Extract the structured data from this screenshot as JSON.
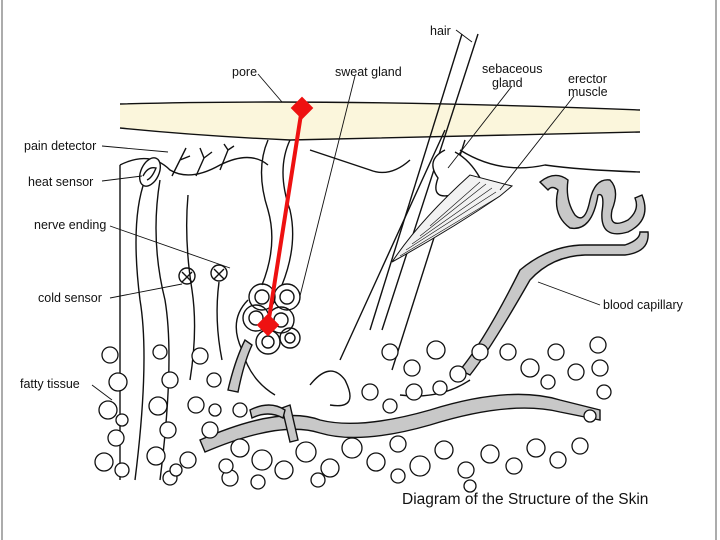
{
  "diagram": {
    "caption": "Diagram of the Structure of the Skin",
    "labels": {
      "hair": "hair",
      "pore": "pore",
      "sweat_gland": "sweat gland",
      "sebaceous_gland_line1": "sebaceous",
      "sebaceous_gland_line2": "gland",
      "erector_muscle_line1": "erector",
      "erector_muscle_line2": "muscle",
      "pain_detector": "pain detector",
      "heat_sensor": "heat sensor",
      "nerve_ending": "nerve ending",
      "cold_sensor": "cold sensor",
      "fatty_tissue": "fatty tissue",
      "blood_capillary": "blood capillary"
    },
    "colors": {
      "epidermis": "#fbf6dc",
      "vessel": "#c8c8c8",
      "outline": "#111111",
      "highlight_arrow": "#ee1111"
    }
  }
}
